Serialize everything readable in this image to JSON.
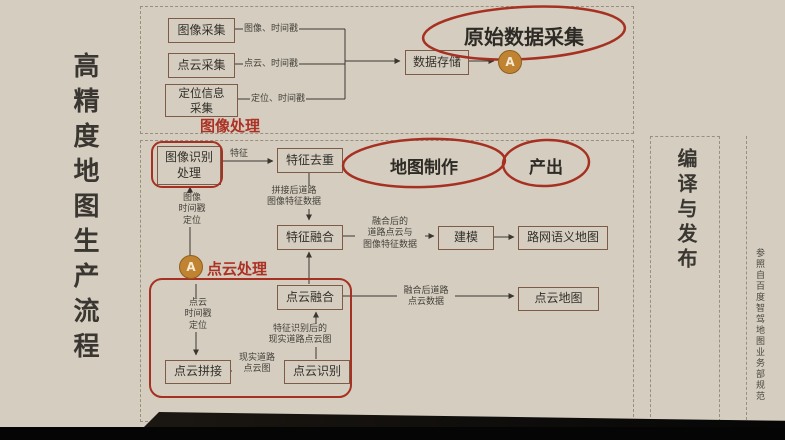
{
  "slide": {
    "left_title": "高精度地图生产流程",
    "side_note": "参照自百度智驾地图业务部规范"
  },
  "stages": {
    "raw_collection": "原始数据采集",
    "map_making": "地图制作",
    "output": "产出",
    "compile_publish": "编译与发布",
    "image_processing": "图像处理",
    "pointcloud_processing": "点云处理"
  },
  "badges": {
    "a1": "A",
    "a2": "A"
  },
  "nodes": {
    "image_collect": "图像采集",
    "pointcloud_collect": "点云采集",
    "location_collect": "定位信息\n采集",
    "data_storage": "数据存储",
    "image_recognition": "图像识别\n处理",
    "feature_dedup": "特征去重",
    "feature_fusion": "特征融合",
    "modeling": "建模",
    "semantic_map": "路网语义地图",
    "pointcloud_fusion": "点云融合",
    "pointcloud_map": "点云地图",
    "pointcloud_stitch": "点云拼接",
    "pointcloud_recognition": "点云识别"
  },
  "edge_labels": {
    "image_ts": "图像、时间戳",
    "pointcloud_ts": "点云、时间戳",
    "location_ts": "定位、时间戳",
    "feature": "特征",
    "stitched_road_image_features": "拼接后道路\n图像特征数据",
    "image_ts_loc": "图像\n时间戳\n定位",
    "fused_road_pc_image_features": "融合后的\n道路点云与\n图像特征数据",
    "fused_road_pc": "融合后道路\n点云数据",
    "pc_ts_loc": "点云\n时间戳\n定位",
    "recognized_real_road_pc": "特征识别后的\n现实道路点云图",
    "real_road_pc": "现实道路\n点云图"
  },
  "colors": {
    "background": "#d5cec0",
    "box_border": "#7d5b47",
    "text": "#33302b",
    "highlight_red": "#a63022",
    "label_red": "#ab3224",
    "badge_orange": "#bf8332",
    "dashed_border": "#9a8e7c",
    "bottom_bar": "#050505"
  }
}
